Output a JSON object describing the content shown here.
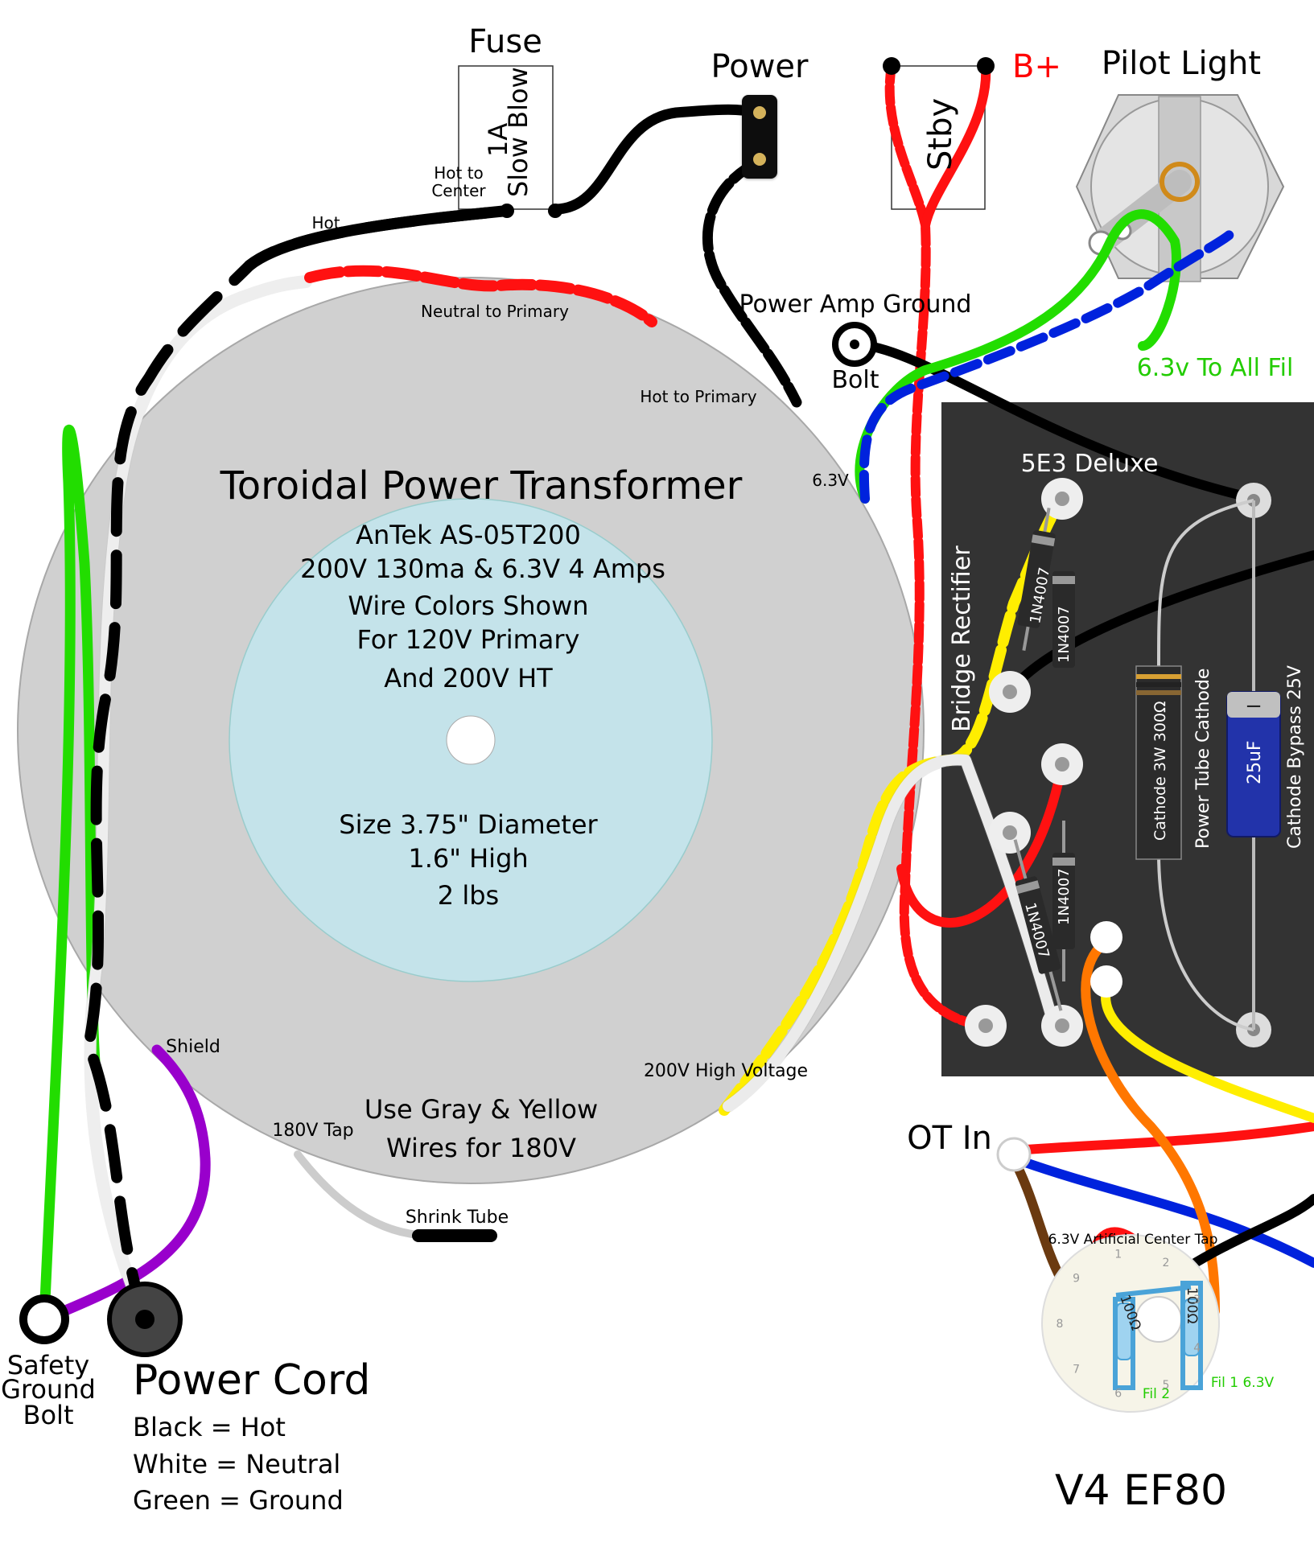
{
  "labels": {
    "fuse_title": "Fuse",
    "fuse_body_line1": "1A",
    "fuse_body_line2": "Slow Blow",
    "hot_to_center_1": "Hot to",
    "hot_to_center_2": "Center",
    "hot": "Hot",
    "power": "Power",
    "stby": "Stby",
    "b_plus": "B+",
    "pilot_light": "Pilot Light",
    "neutral_to_primary": "Neutral to Primary",
    "power_amp_ground": "Power Amp Ground",
    "bolt": "Bolt",
    "hot_to_primary": "Hot to Primary",
    "fil_63_all": "6.3v To All Fil",
    "v63": "6.3V",
    "board_title": "5E3 Deluxe",
    "bridge_rectifier": "Bridge Rectifier",
    "diode": "1N4007",
    "cathode_resistor": "Cathode 3W 300Ω",
    "power_tube_cathode": "Power Tube Cathode",
    "cap_value": "25uF",
    "cap_minus": "−",
    "cathode_bypass": "Cathode Bypass 25V",
    "shield": "Shield",
    "hv_200": "200V High Voltage",
    "tap_180": "180V Tap",
    "shrink_tube": "Shrink Tube",
    "ot_in": "OT In",
    "artificial_ct": "6.3V Artificial Center Tap",
    "res_100": "100Ω",
    "fil2": "Fil 2",
    "fil1": "Fil 1 6.3V",
    "tube": "V4  EF80",
    "safety_ground_1": "Safety",
    "safety_ground_2": "Ground",
    "safety_ground_3": "Bolt",
    "power_cord": "Power Cord",
    "cord_black": "Black = Hot",
    "cord_white": "White = Neutral",
    "cord_green": "Green = Ground"
  },
  "transformer": {
    "title": "Toroidal Power Transformer",
    "model": "AnTek AS-05T200",
    "ratings": "200V 130ma & 6.3V 4 Amps",
    "note1": "Wire Colors Shown",
    "note2": "For 120V Primary",
    "note3": "And 200V HT",
    "size1": "Size 3.75\" Diameter",
    "size2": "1.6\" High",
    "size3": "2 lbs",
    "tap_note1": "Use Gray & Yellow",
    "tap_note2": "Wires for 180V"
  },
  "socket_pins": [
    "1",
    "2",
    "3",
    "4",
    "5",
    "6",
    "7",
    "8",
    "9"
  ],
  "colors": {
    "hot": "#000000",
    "neutral": "#ffffff",
    "ground": "#22dd00",
    "primary_neutral": "#ff0000",
    "high_voltage": "#ffee00",
    "filament_green": "#22dd00",
    "filament_blue": "#0022dd",
    "shield": "#9900cc",
    "transformer": "#d0d0d0",
    "transformer_core": "#c4e3ea",
    "board": "#333333",
    "b_plus_text": "#ff0000",
    "fil_text": "#22cc00"
  }
}
